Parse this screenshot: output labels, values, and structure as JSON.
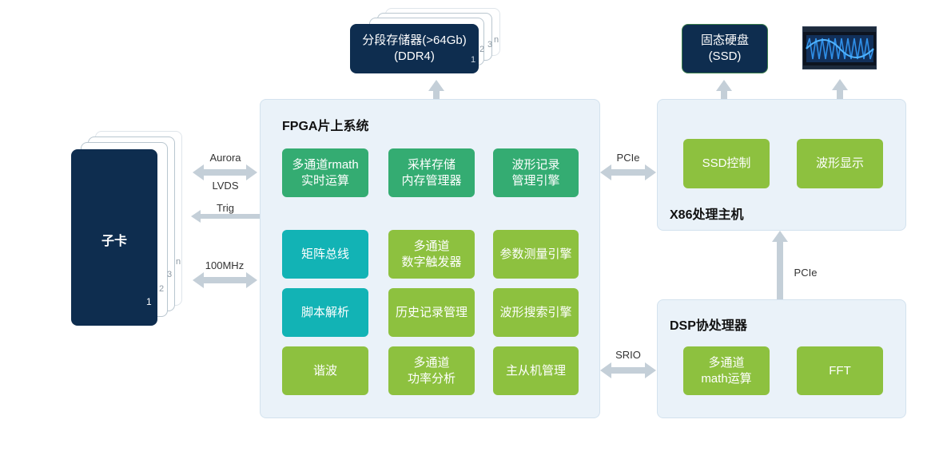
{
  "memory": {
    "label": "分段存储器(>64Gb)\n(DDR4)",
    "stack": [
      "1",
      "2",
      "3",
      "n"
    ]
  },
  "ssd": {
    "label": "固态硬盘\n(SSD)"
  },
  "fpga": {
    "title": "FPGA片上系统",
    "blocks": {
      "math": "多通道rmath\n实时运算",
      "sample_mem": "采样存储\n内存管理器",
      "wave_record": "波形记录\n管理引擎",
      "matrix_bus": "矩阵总线",
      "trigger": "多通道\n数字触发器",
      "param_measure": "参数测量引擎",
      "script": "脚本解析",
      "history": "历史记录管理",
      "wave_search": "波形搜索引擎",
      "harmonic": "谐波",
      "power": "多通道\n功率分析",
      "master_slave": "主从机管理"
    }
  },
  "x86": {
    "title": "X86处理主机",
    "ssd_ctrl": "SSD控制",
    "wave_display": "波形显示"
  },
  "dsp": {
    "title": "DSP协处理器",
    "math": "多通道\nmath运算",
    "fft": "FFT"
  },
  "card": {
    "label": "子卡",
    "stack": [
      "1",
      "2",
      "3",
      "n"
    ]
  },
  "links": {
    "aurora": "Aurora",
    "lvds": "LVDS",
    "trig": "Trig",
    "clk": "100MHz",
    "pcie_top": "PCIe",
    "pcie_right": "PCIe",
    "srio": "SRIO"
  },
  "colors": {
    "navy": "#0e2d4f",
    "green": "#8dc13f",
    "dark_green": "#34ac72",
    "teal": "#12b3b5",
    "panel": "#eaf2f9",
    "arrow": "#c4cfd8",
    "arrow_highlight": "#a9d37a"
  }
}
